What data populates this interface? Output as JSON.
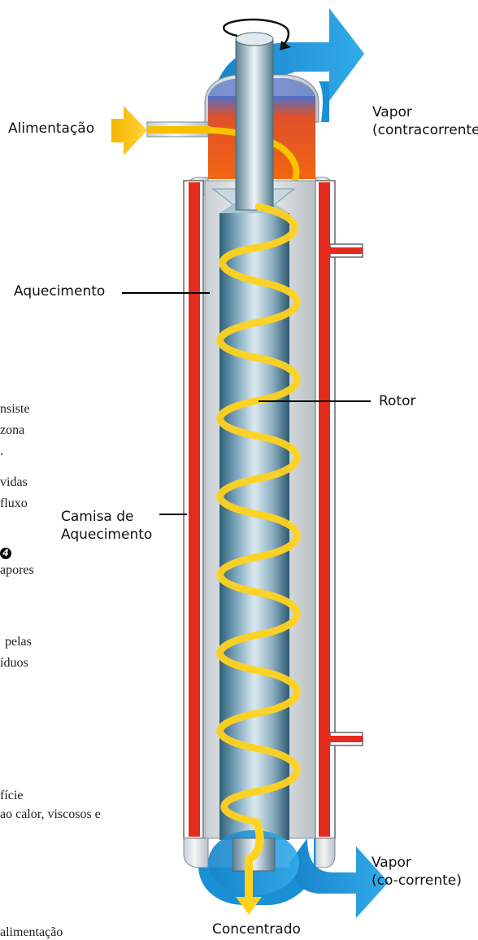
{
  "labels": {
    "feed": "Alimentação",
    "vapor_counter": [
      "Vapor",
      "(contracorrente)"
    ],
    "heating": "Aquecimento",
    "rotor": "Rotor",
    "jacket": [
      "Camisa de",
      "Aquecimento"
    ],
    "vapor_co": [
      "Vapor",
      "(co-corrente)"
    ],
    "concentrate": "Concentrado"
  },
  "body_text_fragments": [
    "nsiste",
    "zona",
    ".",
    "vidas",
    "fluxo",
    "apores",
    "pelas",
    "íduos",
    "fície",
    "ao calor, viscosos e",
    "alimentação"
  ],
  "step_badge": "4",
  "colors": {
    "heating_red": "#e8281c",
    "vapor_blue": "#1e9fe0",
    "feed_yellow": "#f7c600",
    "hot_orange": "#f05a14",
    "rotor_steel": "#9fc0cf"
  }
}
